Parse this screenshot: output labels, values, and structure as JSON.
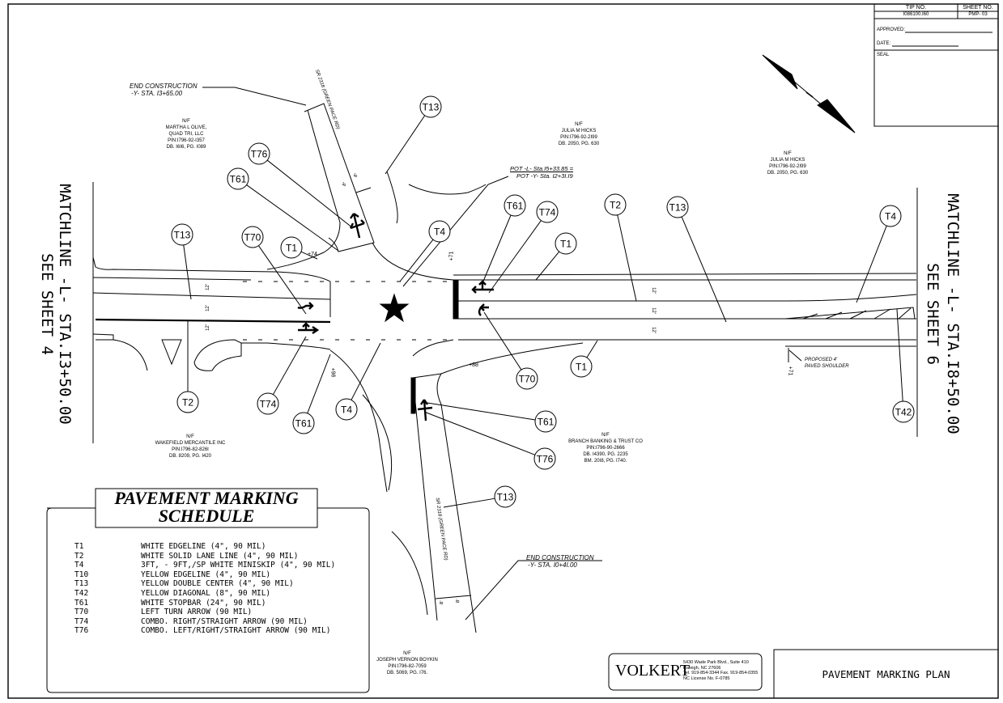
{
  "title_block": {
    "tip_label": "TIP NO.",
    "tip_value": "I086100.I60",
    "sheet_label": "SHEET NO.",
    "sheet_value": "PMP- 03",
    "approved_label": "APPROVED:",
    "date_label": "DATE:",
    "seal_label": "SEAL"
  },
  "matchlines": {
    "left_line1": "MATCHLINE -L- STA.I3+50.00",
    "left_line2": "SEE SHEET 4",
    "right_line1": "MATCHLINE -L- STA.I8+50.00",
    "right_line2": "SEE SHEET 6"
  },
  "construction": {
    "end_top_1": "END CONSTRUCTION",
    "end_top_2": "-Y- STA. I3+65.00",
    "end_bottom_1": "END CONSTRUCTION",
    "end_bottom_2": "-Y- STA. I0+4I.00",
    "pot_1": "POT -L- Sta.I5+33.85 =",
    "pot_2": "POT -Y- Sta. I2+3I.I9",
    "shoulder_1": "PROPOSED 4'",
    "shoulder_2": "PAVED SHOULDER"
  },
  "roads": {
    "north": "SR 2318 (GREEN PACE RD)",
    "south": "SR 2318 (GREEN PACE RD)"
  },
  "stations": {
    "s74": "+74",
    "s71a": "+71",
    "s96": "+96",
    "s88": "+88",
    "s71b": "+71"
  },
  "lane_widths": [
    "12'",
    "12'",
    "12'",
    "12'",
    "12'",
    "12'"
  ],
  "ramp_widths": [
    "8'",
    "8'",
    "8'",
    "8'"
  ],
  "properties": [
    {
      "l1": "N/F",
      "l2": "MARTHA L OLIVE,",
      "l3": "QUAD TRI, LLC",
      "l4": "PIN:I796-92-I357",
      "l5": "DB. I6I6, PG. I089"
    },
    {
      "l1": "N/F",
      "l2": "JULIA M HICKS",
      "l3": "PIN:I796-92-2I99",
      "l4": "DB. 2050, PG. 630",
      "l5": ""
    },
    {
      "l1": "N/F",
      "l2": "JULIA M HICKS",
      "l3": "PIN:I796-92-2I99",
      "l4": "DB. 2050, PG. 630",
      "l5": ""
    },
    {
      "l1": "N/F",
      "l2": "WAKEFIELD MERCANTILE INC",
      "l3": "PIN:I796-82-826I",
      "l4": "DB. 8209, PG. I420",
      "l5": ""
    },
    {
      "l1": "N/F",
      "l2": "BRANCH BANKING & TRUST CO",
      "l3": "PIN:I796-90-2666",
      "l4": "DB. I4390, PG. 2235",
      "l5": "BM. 20I8, PG. I740."
    },
    {
      "l1": "N/F",
      "l2": "JOSEPH VERNON BOYKIN",
      "l3": "PIN:I796-82-7059",
      "l4": "DB. 5069, PG. I76.",
      "l5": ""
    }
  ],
  "callouts": [
    "T13",
    "T76",
    "T61",
    "T70",
    "T1",
    "T13",
    "T4",
    "T61",
    "T74",
    "T1",
    "T2",
    "T13",
    "T4",
    "T2",
    "T74",
    "T61",
    "T4",
    "T70",
    "T1",
    "T61",
    "T76",
    "T13",
    "T42"
  ],
  "schedule": {
    "title_line1": "PAVEMENT MARKING",
    "title_line2": "SCHEDULE",
    "items": [
      {
        "code": "T1",
        "desc": "WHITE EDGELINE (4\", 90 MIL)"
      },
      {
        "code": "T2",
        "desc": "WHITE SOLID LANE LINE (4\", 90 MIL)"
      },
      {
        "code": "T4",
        "desc": "3FT, - 9FT,/SP WHITE MINISKIP (4\", 90 MIL)"
      },
      {
        "code": "T10",
        "desc": "YELLOW EDGELINE (4\", 90 MIL)"
      },
      {
        "code": "T13",
        "desc": "YELLOW DOUBLE CENTER (4\", 90 MIL)"
      },
      {
        "code": "T42",
        "desc": "YELLOW DIAGONAL (8\", 90 MIL)"
      },
      {
        "code": "T61",
        "desc": "WHITE STOPBAR (24\", 90 MIL)"
      },
      {
        "code": "T70",
        "desc": "LEFT TURN ARROW (90 MIL)"
      },
      {
        "code": "T74",
        "desc": "COMBO. RIGHT/STRAIGHT ARROW (90 MIL)"
      },
      {
        "code": "T76",
        "desc": "COMBO. LEFT/RIGHT/STRAIGHT ARROW (90 MIL)"
      }
    ]
  },
  "firm": {
    "logo": "VOLKERT",
    "address_1": "5430 Wade Park Blvd., Suite 410",
    "address_2": "Raleigh, NC 27606",
    "address_3": "Tel. 919-854-3344  Fax. 919-854-0355",
    "address_4": "NC License No. F-0785"
  },
  "plan_title": "PAVEMENT MARKING PLAN"
}
